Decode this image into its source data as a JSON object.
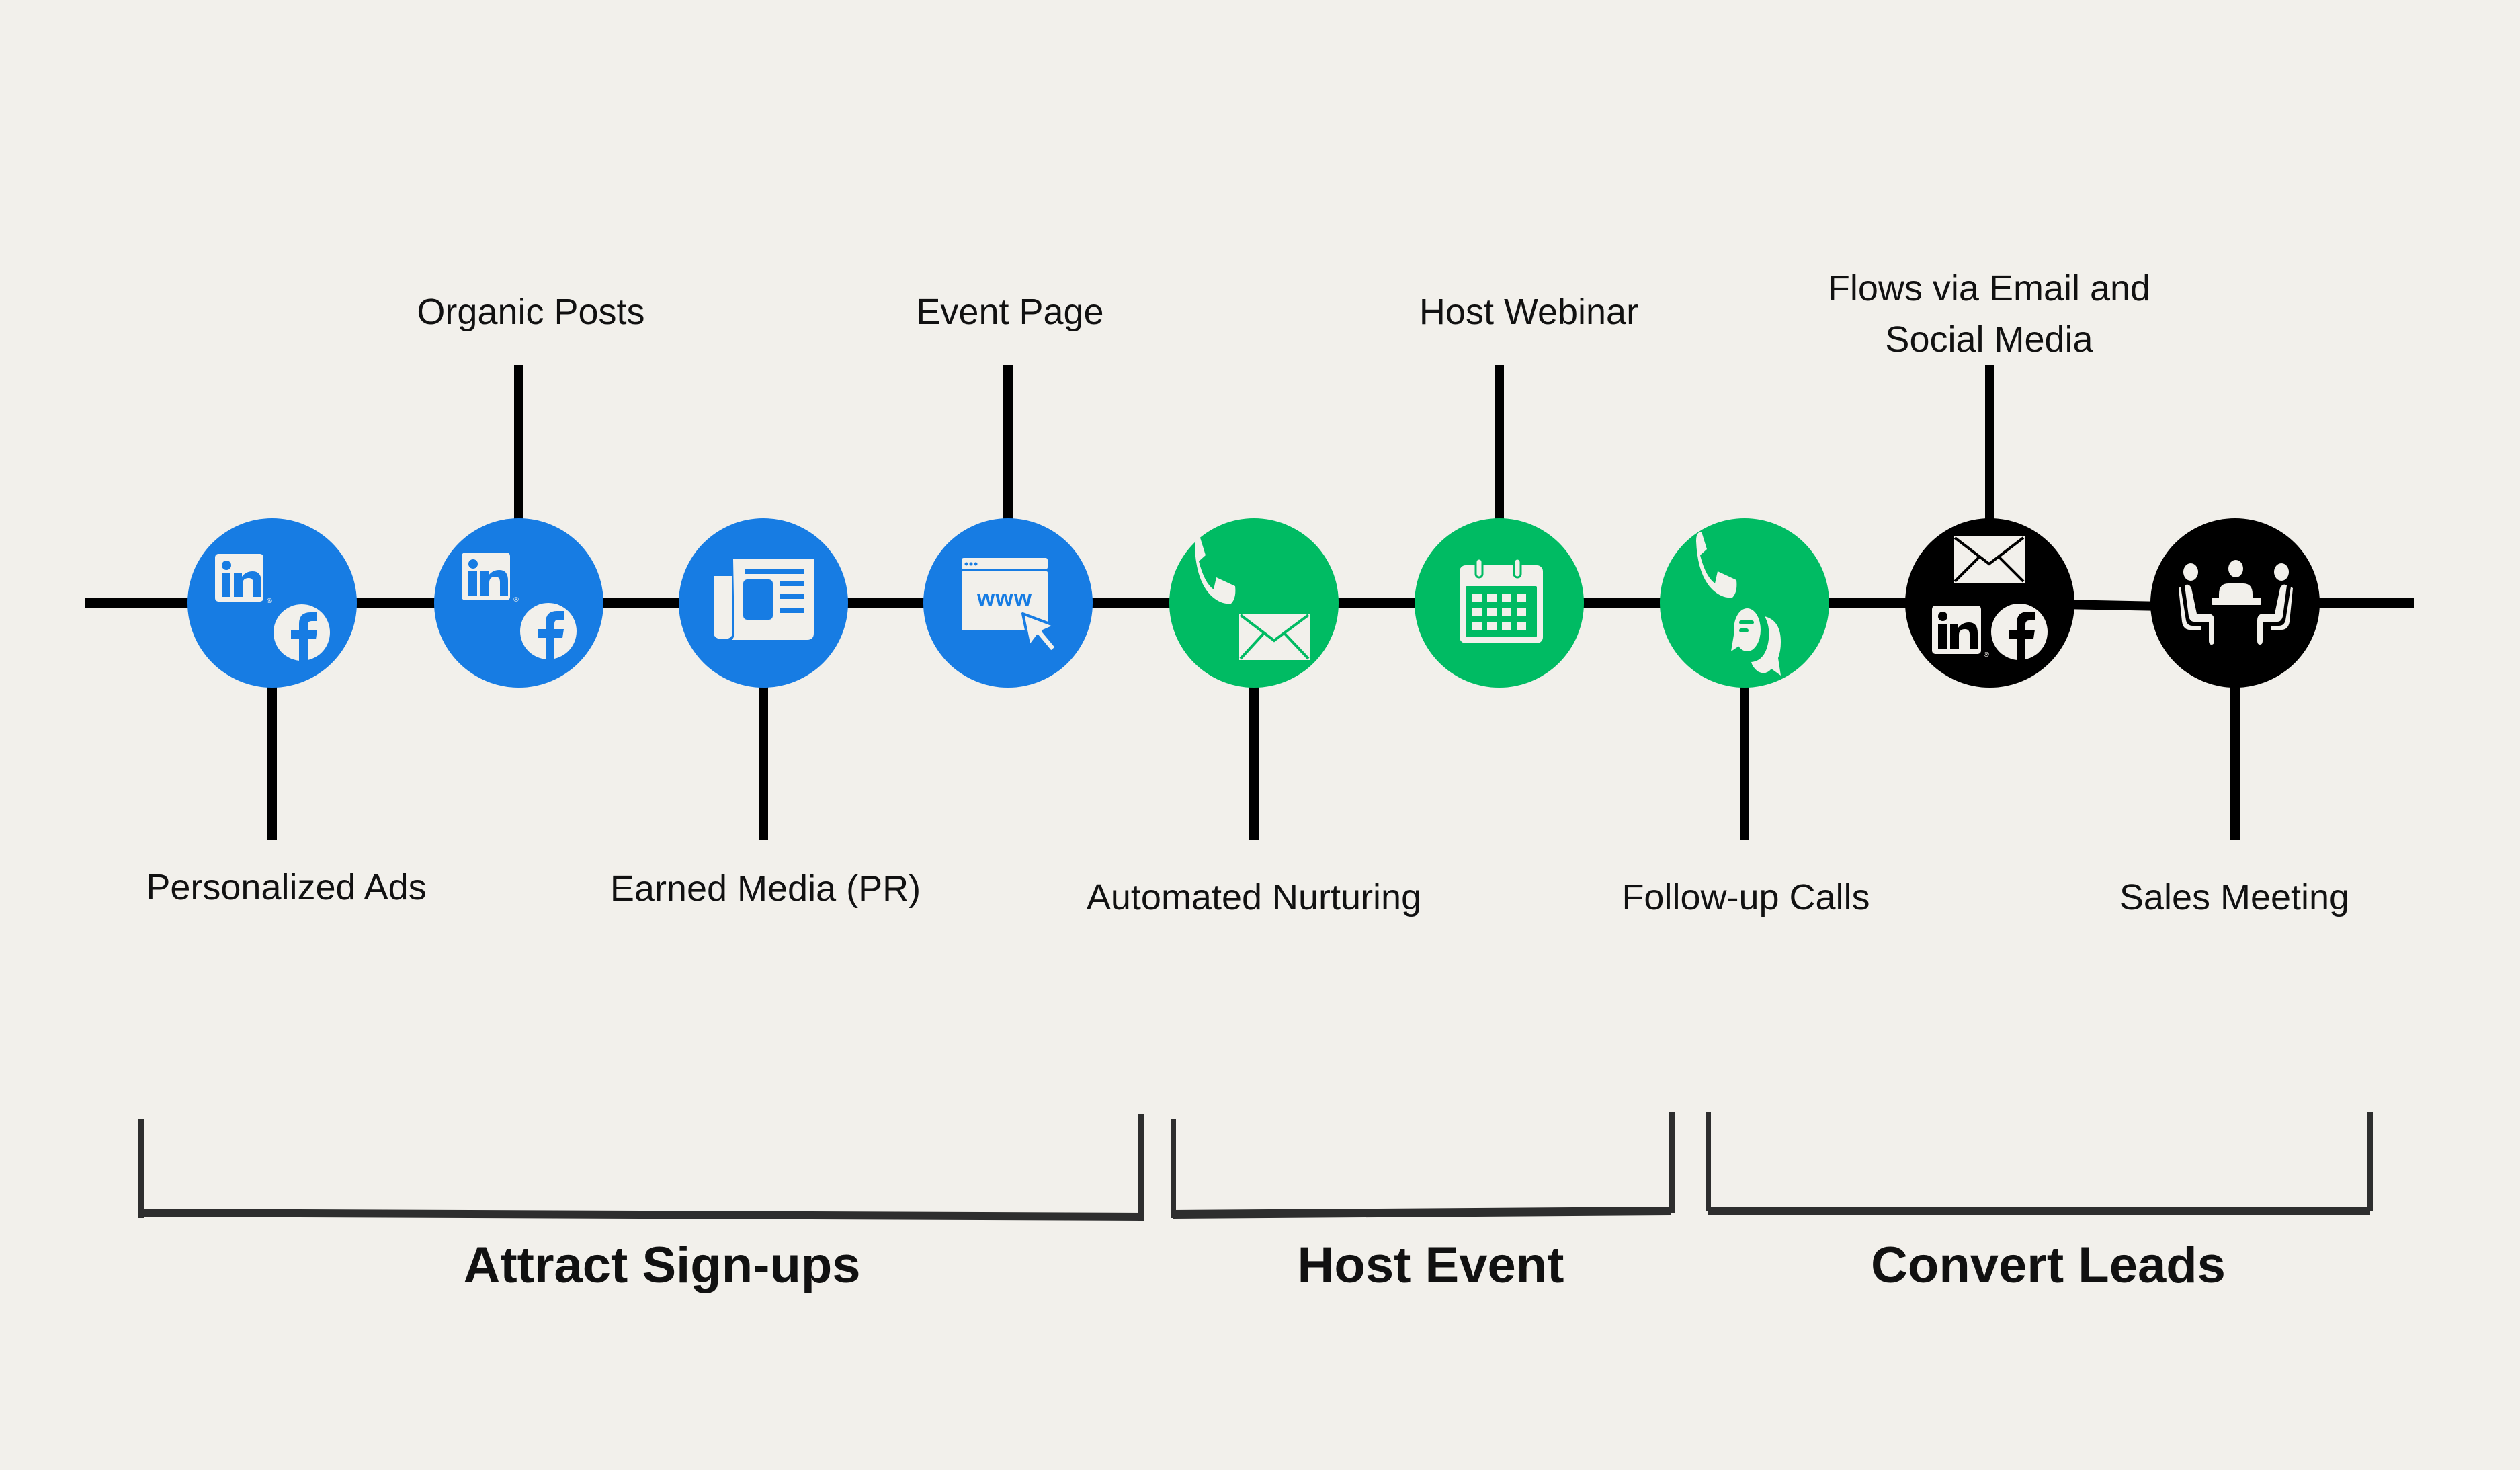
{
  "colors": {
    "background": "#f2f0eb",
    "attract": "#177ce3",
    "host": "#00bb63",
    "convert": "#000000",
    "line": "#000000",
    "bracket": "#2e2e2e",
    "icon": "#f2f0eb"
  },
  "steps": [
    {
      "label": "Personalized Ads",
      "position": "below",
      "phase": "attract",
      "icons": [
        "linkedin-icon",
        "facebook-icon"
      ]
    },
    {
      "label": "Organic Posts",
      "position": "above",
      "phase": "attract",
      "icons": [
        "linkedin-icon",
        "facebook-icon"
      ]
    },
    {
      "label": "Earned Media (PR)",
      "position": "below",
      "phase": "attract",
      "icons": [
        "newspaper-icon"
      ]
    },
    {
      "label": "Event Page",
      "position": "above",
      "phase": "attract",
      "icons": [
        "web-page-icon"
      ]
    },
    {
      "label": "Automated Nurturing",
      "position": "below",
      "phase": "host",
      "icons": [
        "phone-icon",
        "envelope-icon"
      ]
    },
    {
      "label": "Host Webinar",
      "position": "above",
      "phase": "host",
      "icons": [
        "calendar-icon"
      ]
    },
    {
      "label": "Follow-up Calls",
      "position": "below",
      "phase": "host",
      "icons": [
        "phone-icon",
        "chat-bubbles-icon"
      ]
    },
    {
      "label_lines": [
        "Flows via Email and",
        "Social Media"
      ],
      "position": "above",
      "phase": "convert",
      "icons": [
        "envelope-icon",
        "linkedin-icon",
        "facebook-icon"
      ]
    },
    {
      "label": "Sales Meeting",
      "position": "below",
      "phase": "convert",
      "icons": [
        "meeting-icon"
      ]
    }
  ],
  "phases": [
    {
      "id": "attract",
      "label": "Attract Sign-ups"
    },
    {
      "id": "host",
      "label": "Host Event"
    },
    {
      "id": "convert",
      "label": "Convert Leads"
    }
  ]
}
